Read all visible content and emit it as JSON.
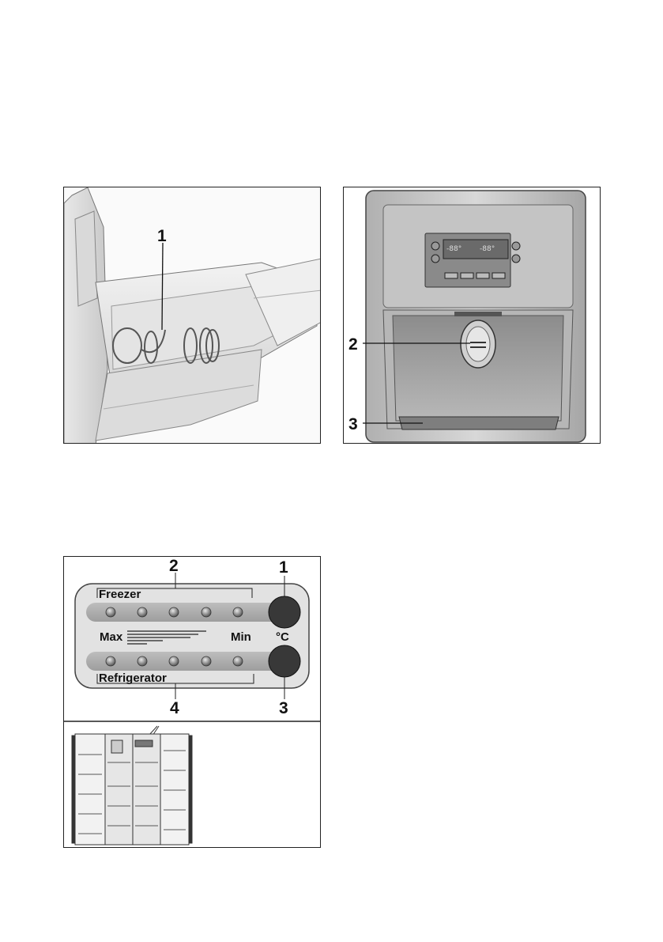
{
  "figure_tray": {
    "callouts": [
      "1"
    ]
  },
  "figure_dispenser": {
    "callouts": [
      "2",
      "3"
    ]
  },
  "figure_controls": {
    "callouts": [
      "2",
      "1",
      "3",
      "4"
    ],
    "freezer_label": "Freezer",
    "refrigerator_label": "Refrigerator",
    "max_label": "Max",
    "min_label": "Min",
    "unit_label": "°C"
  }
}
